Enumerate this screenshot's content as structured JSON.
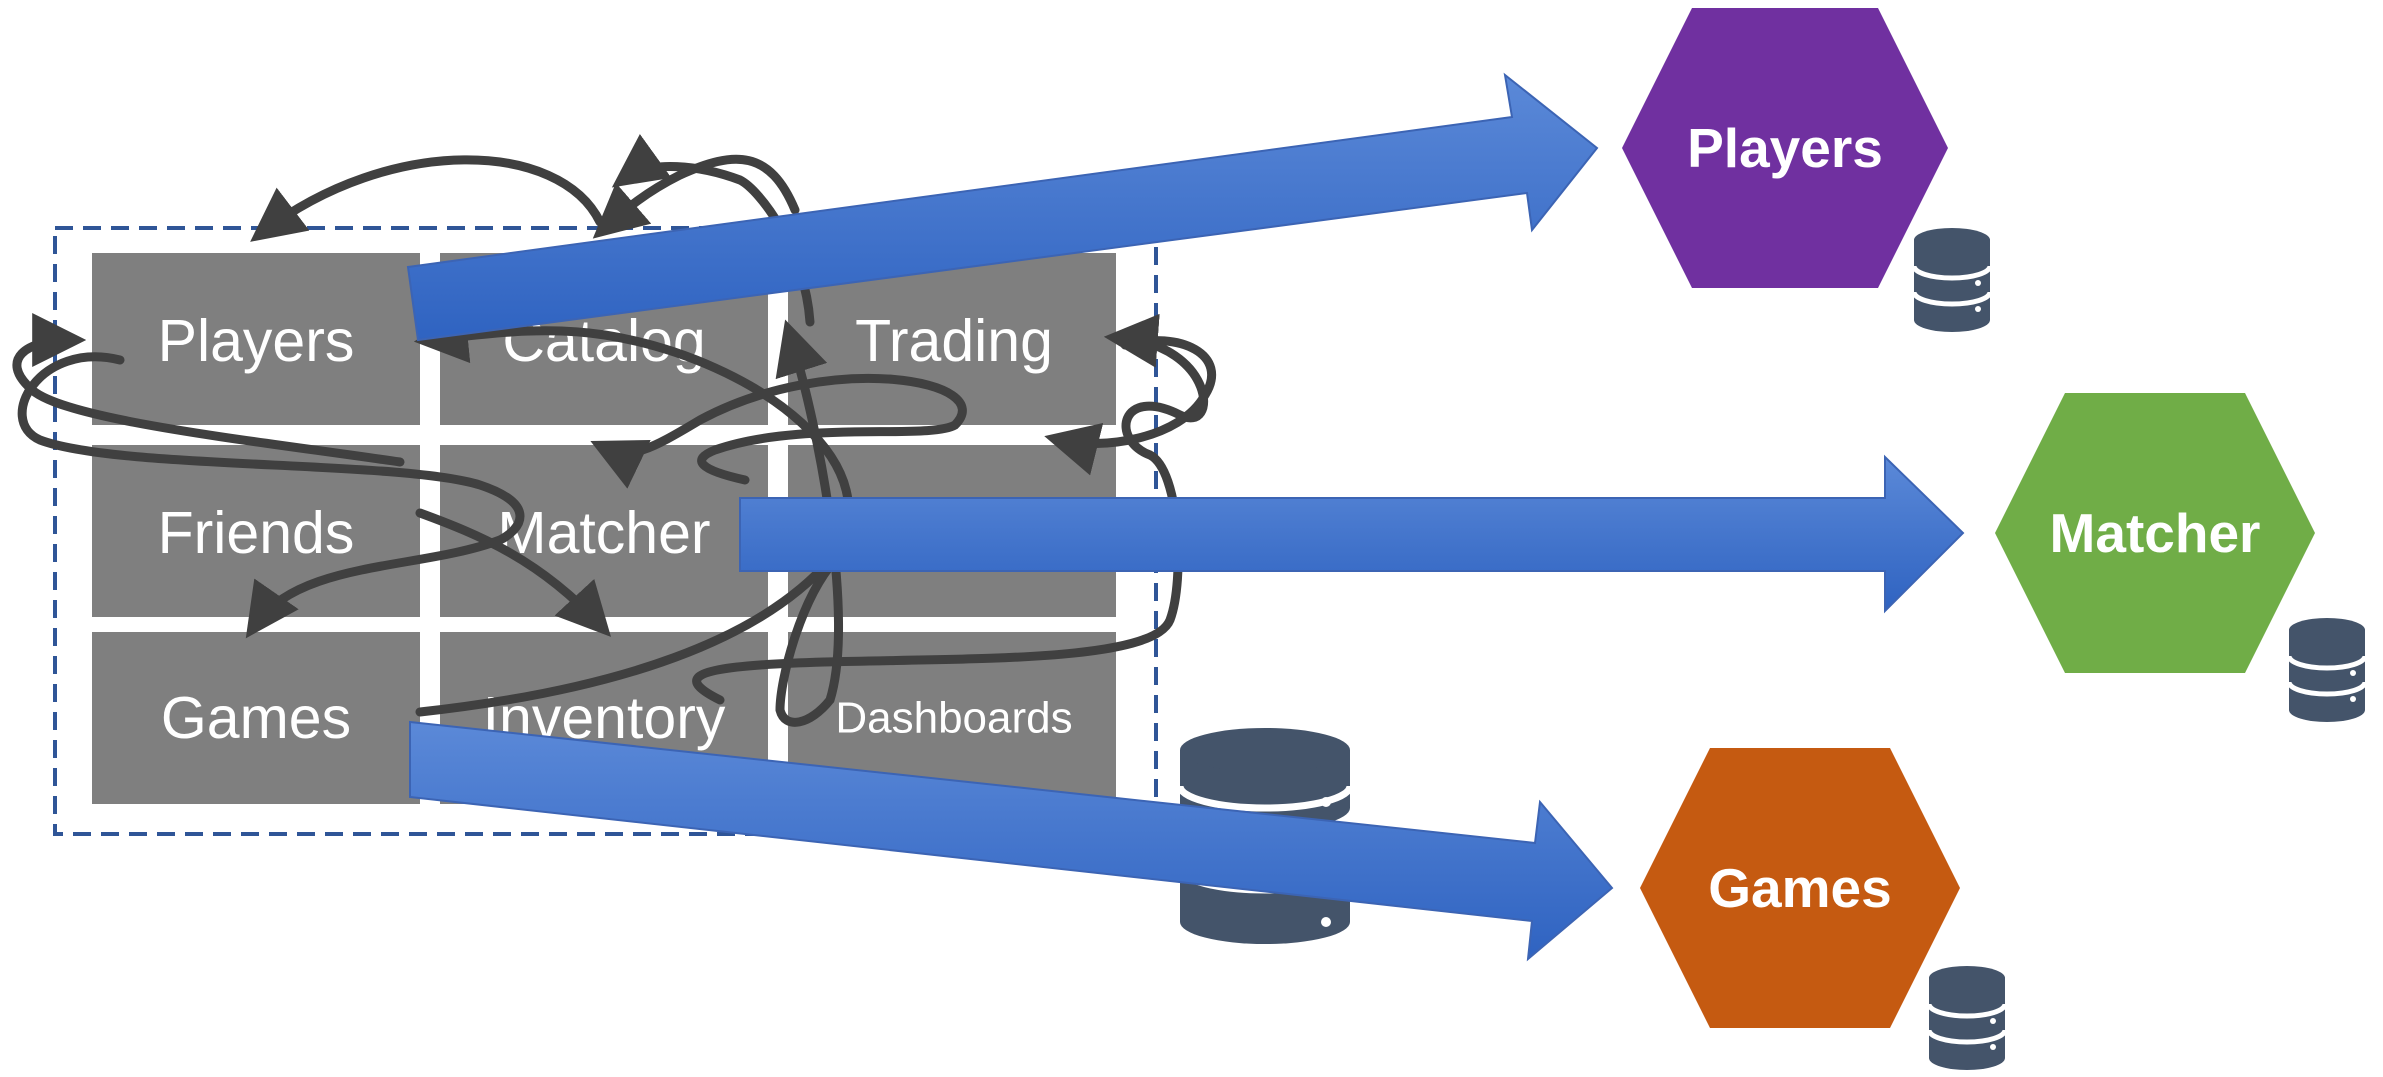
{
  "monolith": {
    "cells": [
      {
        "id": "players",
        "label": "Players"
      },
      {
        "id": "catalog",
        "label": "Catalog"
      },
      {
        "id": "trading",
        "label": "Trading"
      },
      {
        "id": "friends",
        "label": "Friends"
      },
      {
        "id": "matcher",
        "label": "Matcher"
      },
      {
        "id": "empty",
        "label": ""
      },
      {
        "id": "games",
        "label": "Games"
      },
      {
        "id": "inventory",
        "label": "Inventory"
      },
      {
        "id": "dashboards",
        "label": "Dashboards"
      }
    ]
  },
  "services": [
    {
      "id": "players",
      "label": "Players",
      "color": "#7030a0"
    },
    {
      "id": "matcher",
      "label": "Matcher",
      "color": "#70ad47"
    },
    {
      "id": "games",
      "label": "Games",
      "color": "#c55a11"
    }
  ],
  "colors": {
    "cell": "#7f7f7f",
    "boundary": "#2f5597",
    "arrow": "#4472c4",
    "dependency": "#404040",
    "database": "#44546a"
  },
  "icons": [
    "database-icon"
  ]
}
